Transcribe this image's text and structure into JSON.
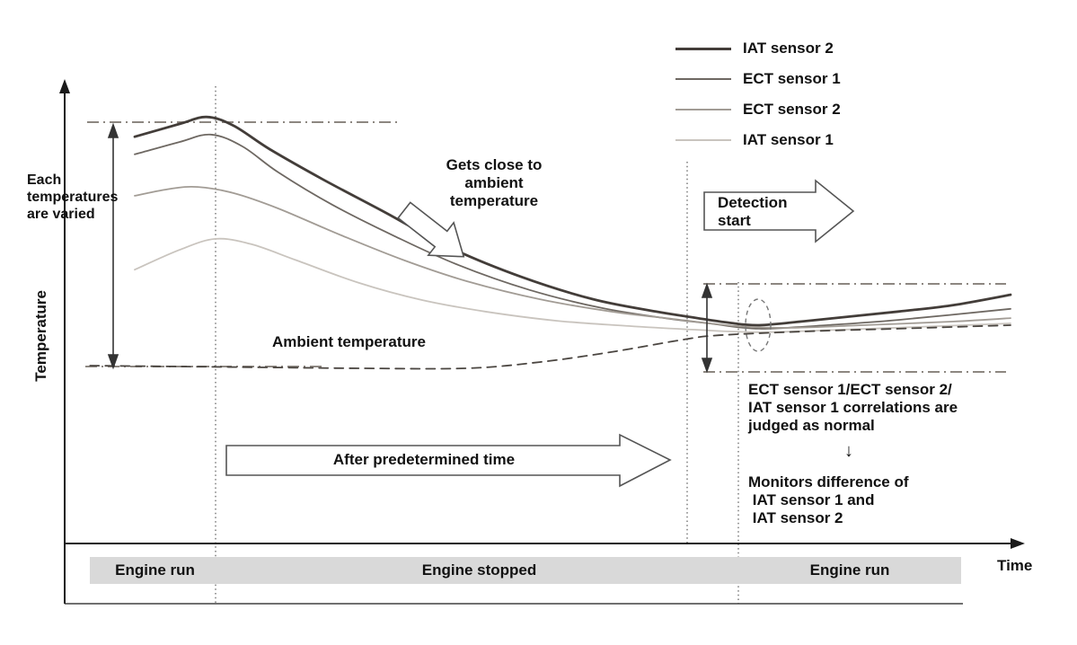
{
  "diagram": {
    "y_axis_label": "Temperature",
    "x_axis_label": "Time",
    "varied_note": "Each\ntemperatures\nare varied",
    "gets_close_note": "Gets close to\nambient\ntemperature",
    "detection_start_label": "Detection\nstart",
    "ambient_line_label": "Ambient temperature",
    "after_time_label": "After predetermined time",
    "judged_normal_note": "ECT sensor 1/ECT sensor 2/\nIAT sensor 1 correlations are\njudged as normal",
    "down_arrow_glyph": "↓",
    "monitors_note": "Monitors difference of\n IAT sensor 1 and\n IAT sensor 2",
    "band_labels": [
      "Engine run",
      "Engine stopped",
      "Engine run"
    ]
  },
  "colors": {
    "band": "#d9d9d9",
    "guide": "#8d8781",
    "axis": "#1a1a1a"
  },
  "chart_data": {
    "type": "line",
    "title": "",
    "xlabel": "Time",
    "ylabel": "Temperature",
    "x_range": [
      0,
      100
    ],
    "y_range": [
      0,
      100
    ],
    "grid": false,
    "legend_position": "top-right",
    "series": [
      {
        "name": "IAT sensor 2",
        "color": "#433d39",
        "width": 2.8,
        "x": [
          0,
          5.1,
          8.2,
          11.3,
          15.4,
          21.5,
          28.7,
          35.9,
          44.1,
          52.3,
          59.5,
          63.6,
          67.7,
          71.3,
          76.9,
          87.2,
          93.3,
          100
        ],
        "y": [
          92.4,
          95.3,
          96.9,
          94.9,
          89.6,
          82.7,
          75.1,
          67.3,
          60.6,
          55.5,
          52.7,
          51.4,
          50.2,
          49.6,
          50.6,
          52.7,
          54.1,
          56.5
        ]
      },
      {
        "name": "ECT sensor 1",
        "color": "#6e6862",
        "width": 1.8,
        "x": [
          0,
          5.1,
          8.7,
          12.3,
          16.4,
          22.6,
          29.7,
          36.9,
          45.1,
          53.3,
          60.5,
          65.6,
          71.3,
          79.0,
          87.2,
          100
        ],
        "y": [
          88.4,
          91.2,
          92.9,
          90.2,
          84.3,
          76.9,
          69.8,
          63.3,
          57.6,
          53.5,
          51.2,
          50.0,
          48.8,
          49.6,
          50.8,
          53.3
        ]
      },
      {
        "name": "ECT sensor 2",
        "color": "#a29c95",
        "width": 1.8,
        "x": [
          0,
          4.1,
          7.2,
          11.3,
          16.4,
          23.6,
          30.8,
          37.9,
          46.2,
          54.4,
          61.5,
          68.7,
          74.9,
          83.1,
          93.3,
          100
        ],
        "y": [
          79.0,
          80.6,
          81.0,
          79.6,
          76.1,
          70.0,
          64.3,
          59.6,
          55.5,
          52.7,
          51.0,
          49.4,
          49.0,
          49.6,
          50.4,
          51.2
        ]
      },
      {
        "name": "IAT sensor 1",
        "color": "#c9c4be",
        "width": 1.8,
        "x": [
          0,
          5.1,
          9.2,
          13.3,
          18.5,
          25.6,
          32.8,
          40.0,
          48.2,
          56.4,
          63.6,
          71.3,
          81.0,
          92.3,
          100
        ],
        "y": [
          62.2,
          66.7,
          69.2,
          68.0,
          64.3,
          59.2,
          55.3,
          52.7,
          50.6,
          49.4,
          48.6,
          48.0,
          48.6,
          49.4,
          50.0
        ]
      },
      {
        "name": "Ambient temperature",
        "color": "#4a4540",
        "width": 1.8,
        "dash": "10 7",
        "x": [
          -5.1,
          5.1,
          15.4,
          25.6,
          37.9,
          46.2,
          54.4,
          62.6,
          66.7,
          76.9,
          87.2,
          100
        ],
        "y": [
          40.4,
          40.2,
          40.0,
          39.8,
          39.8,
          41.2,
          43.5,
          46.3,
          47.3,
          48.2,
          48.8,
          49.6
        ]
      }
    ]
  }
}
